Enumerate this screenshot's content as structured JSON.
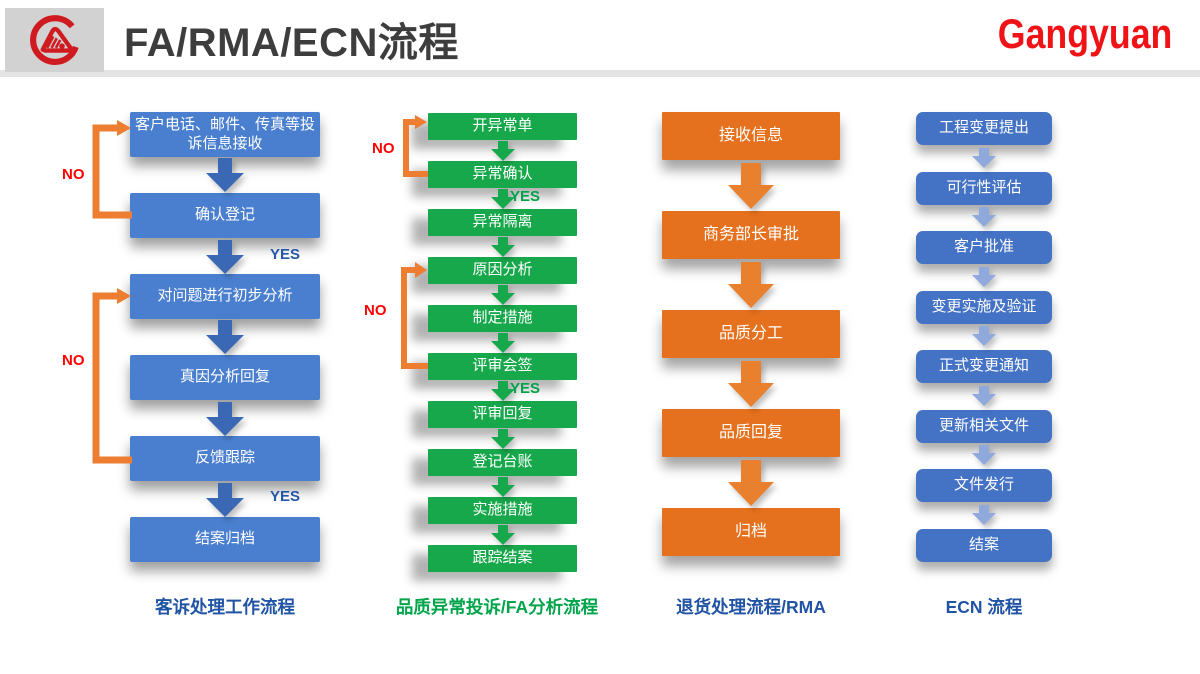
{
  "header": {
    "title": "FA/RMA/ECN流程",
    "brand": "Gangyuan"
  },
  "labels": {
    "yes": "YES",
    "no": "NO"
  },
  "flows": [
    {
      "caption": "客诉处理工作流程",
      "steps": [
        "客户电话、邮件、传真等投诉信息接收",
        "确认登记",
        "对问题进行初步分析",
        "真因分析回复",
        "反馈跟踪",
        "结案归档"
      ]
    },
    {
      "caption": "品质异常投诉/FA分析流程",
      "steps": [
        "开异常单",
        "异常确认",
        "异常隔离",
        "原因分析",
        "制定措施",
        "评审会签",
        "评审回复",
        "登记台账",
        "实施措施",
        "跟踪结案"
      ]
    },
    {
      "caption": "退货处理流程/RMA",
      "steps": [
        "接收信息",
        "商务部长审批",
        "品质分工",
        "品质回复",
        "归档"
      ]
    },
    {
      "caption": "ECN 流程",
      "steps": [
        "工程变更提出",
        "可行性评估",
        "客户批准",
        "变更实施及验证",
        "正式变更通知",
        "更新相关文件",
        "文件发行",
        "结案"
      ]
    }
  ],
  "palette": {
    "blue1": "#4a7fd0",
    "blueArrow": "#3a68b5",
    "green": "#17a84b",
    "orange": "#e5701d",
    "orangeArrow": "#e8802e",
    "blue4": "#4472c4",
    "blue4Arrow": "#8fa9dc",
    "loopOrange": "#ed7d31",
    "noRed": "#ff0000",
    "yesBlue": "#2457a7",
    "yesGreen": "#00a34a",
    "captionBlue": "#2053a4",
    "captionGreen": "#00a44a",
    "brandRed": "#ef1216",
    "titleGray": "#3d3d3d",
    "logoRed": "#cf1a1f",
    "headerGray": "#d2d2d2",
    "ruleGray": "#e4e4e4"
  }
}
